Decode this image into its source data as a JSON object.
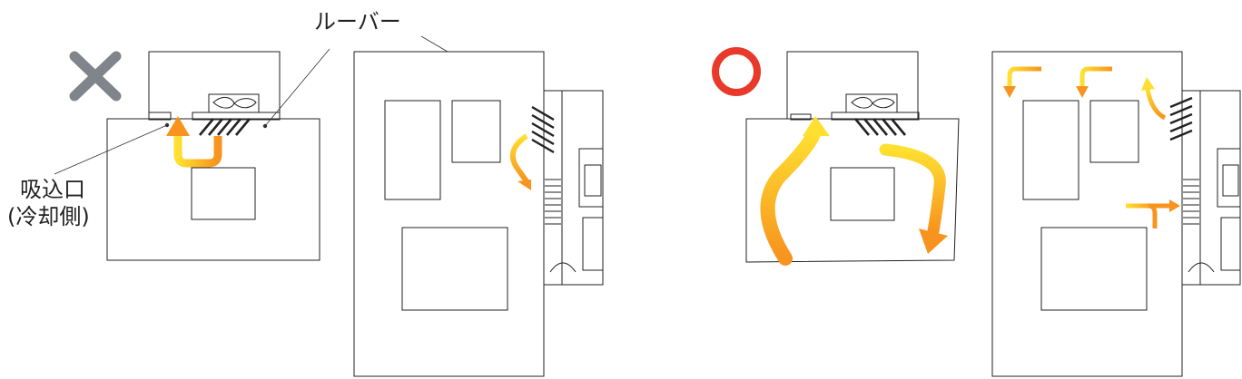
{
  "labels": {
    "louver": "ルーバー",
    "intake_line1": "吸込口",
    "intake_line2": "(冷却側)"
  },
  "marks": {
    "bad_icon": "cross-icon",
    "good_icon": "circle-icon",
    "bad_color": "#7f858b",
    "good_color": "#e8392b"
  },
  "colors": {
    "airflow_start": "#ffd23a",
    "airflow_end": "#f7931e"
  }
}
